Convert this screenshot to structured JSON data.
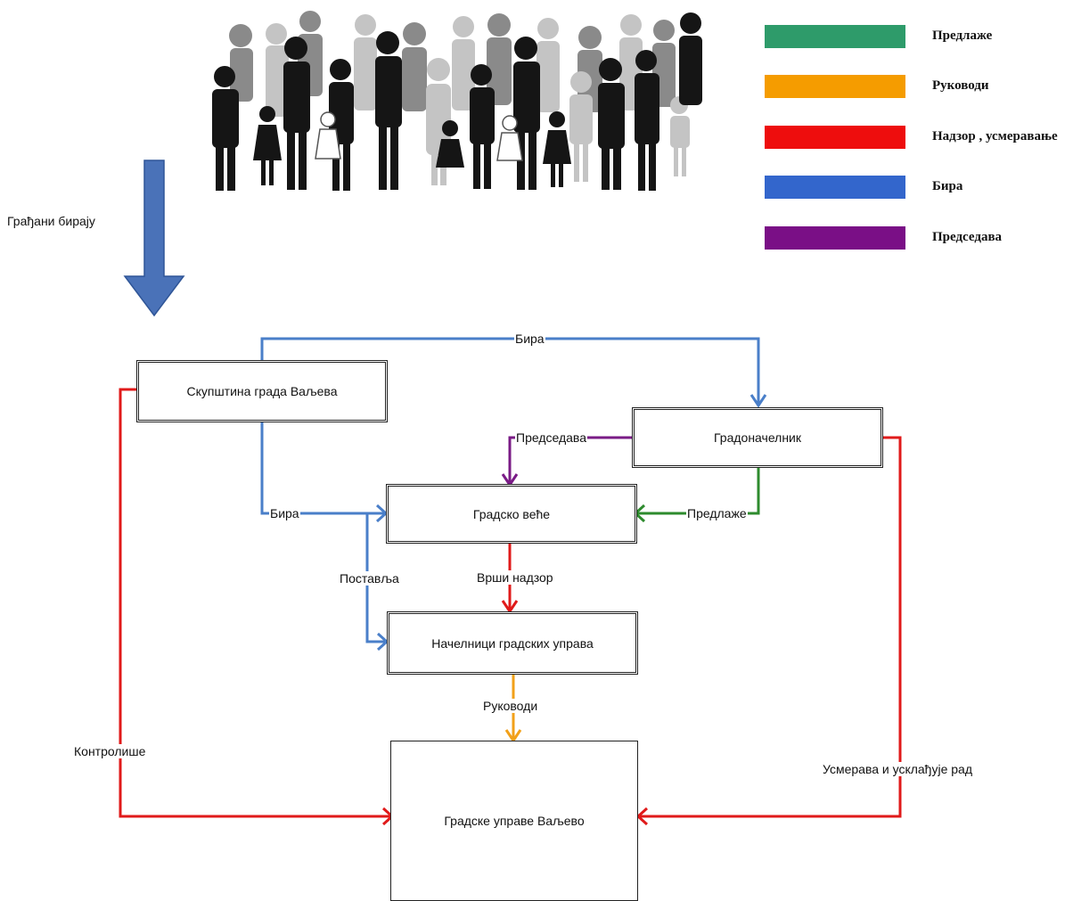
{
  "caption": "Грађани бирају",
  "legend": [
    {
      "label": "Предлаже",
      "color": "#2e9b6a"
    },
    {
      "label": "Руководи",
      "color": "#f59c00"
    },
    {
      "label": "Надзор , усмеравање",
      "color": "#ee0d0d"
    },
    {
      "label": "Бира",
      "color": "#3366cc"
    },
    {
      "label": "Председава",
      "color": "#7a0f86"
    }
  ],
  "nodes": {
    "assembly": "Скупштина града Ваљева",
    "mayor": "Градоначелник",
    "council": "Градско  веће",
    "heads": "Начелници градских управа",
    "admin": "Градске управе Ваљево"
  },
  "edges": {
    "assembly_mayor": "Бира",
    "mayor_council_preside": "Председава",
    "assembly_council": "Бира",
    "mayor_council_propose": "Предлаже",
    "appoints": "Поставља",
    "supervision": "Врши надзор",
    "manages": "Руководи",
    "controls": "Контролише",
    "directs": "Усмерава и усклађује рад"
  },
  "colors": {
    "blue": "#4a7fc9",
    "red": "#e01a1a",
    "green": "#2e8b2e",
    "purple": "#7a1b86",
    "orange": "#f2a11a",
    "arrow_fill": "#4a72b8"
  },
  "icons": {
    "crowd": "crowd-of-people-silhouettes",
    "down_arrow": "big-down-arrow"
  }
}
